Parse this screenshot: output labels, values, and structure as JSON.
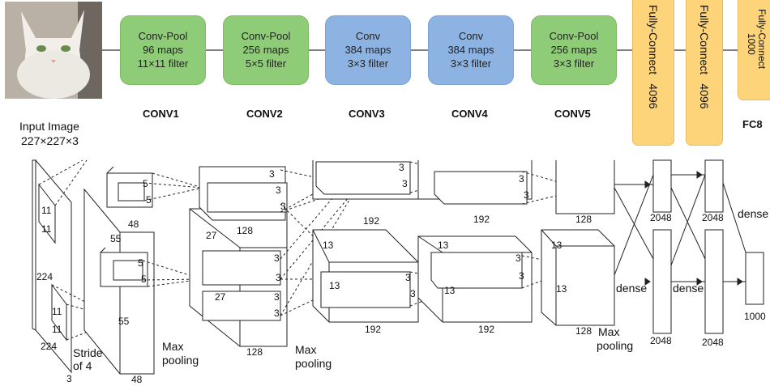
{
  "blocks": [
    {
      "line1": "Conv-Pool",
      "line2": "96 maps",
      "line3": "11×11 filter",
      "label": "CONV1",
      "color": "green"
    },
    {
      "line1": "Conv-Pool",
      "line2": "256 maps",
      "line3": "5×5 filter",
      "label": "CONV2",
      "color": "green"
    },
    {
      "line1": "Conv",
      "line2": "384 maps",
      "line3": "3×3 filter",
      "label": "CONV3",
      "color": "blue"
    },
    {
      "line1": "Conv",
      "line2": "384 maps",
      "line3": "3×3 filter",
      "label": "CONV4",
      "color": "blue"
    },
    {
      "line1": "Conv-Pool",
      "line2": "256 maps",
      "line3": "3×3 filter",
      "label": "CONV5",
      "color": "green"
    }
  ],
  "fc": [
    {
      "name": "Fully-Connect",
      "size": "4096"
    },
    {
      "name": "Fully-Connect",
      "size": "4096"
    },
    {
      "name": "Fully-Connect",
      "size": "1000",
      "label": "FC8"
    }
  ],
  "input": {
    "title": "Input Image",
    "dims": "227×227×3"
  },
  "diagram": {
    "n11": "11",
    "n224": "224",
    "n3": "3",
    "stride": "Stride",
    "of4": "of 4",
    "n5": "5",
    "n55": "55",
    "n48": "48",
    "n27": "27",
    "n128": "128",
    "n13": "13",
    "n192": "192",
    "n2048": "2048",
    "n1000": "1000",
    "maxpool1": "Max",
    "maxpool2": "pooling",
    "dense": "dense"
  },
  "colors": {
    "conv_pool": "#8fcc78",
    "conv": "#8db3e2",
    "fully_connect": "#fdd47a"
  }
}
